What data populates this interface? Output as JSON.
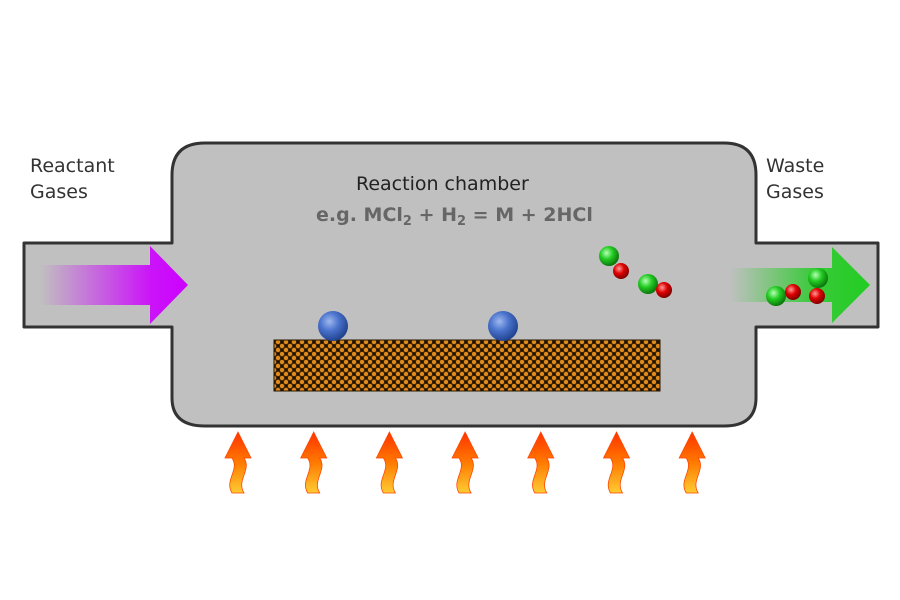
{
  "labels": {
    "reactant": [
      "Reactant",
      "Gases"
    ],
    "waste": [
      "Waste",
      "Gases"
    ],
    "chamber": "Reaction chamber"
  },
  "equation": {
    "prefix": "e.g. MCl",
    "sub1": "2",
    "plus1": " + H",
    "sub2": "2",
    "rest": " = M + 2HCl"
  },
  "colors": {
    "chamber_fill": "#c0c0c0",
    "chamber_stroke": "#333333",
    "inlet_arrow": "#cc00ff",
    "outlet_arrow": "#22cc22",
    "deposit_atom": "#3366cc",
    "waste_green_atom": "#22bb22",
    "waste_red_atom": "#dd0000",
    "substrate": "#cc6600",
    "flame_outer": "#ff5500",
    "flame_inner": "#ffaa00"
  },
  "flames": {
    "count": 7
  }
}
